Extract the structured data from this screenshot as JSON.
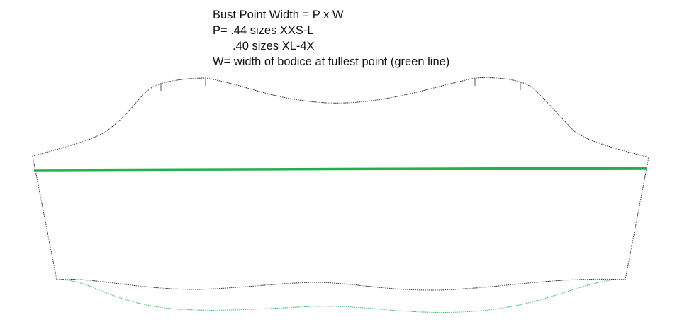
{
  "formula": {
    "title": "Bust Point Width = P x W",
    "p_line": "P= .44 sizes XXS-L",
    "p_line_2": ".40 sizes XL-4X",
    "w_line": "W= width of bodice at fullest point (green line)"
  },
  "colors": {
    "outline": "#333333",
    "bust_line": "#22b04f",
    "alt_hem": "#3cbf64",
    "text": "#111111"
  }
}
